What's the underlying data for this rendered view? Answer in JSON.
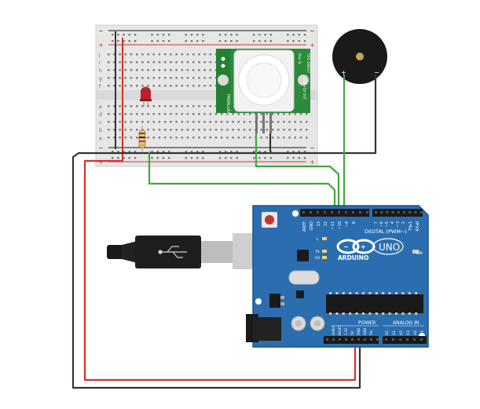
{
  "breadboard": {
    "row_letters_top": [
      "j",
      "i",
      "h",
      "g",
      "f"
    ],
    "row_letters_bottom": [
      "e",
      "d",
      "c",
      "b",
      "a"
    ],
    "rail_plus": "+",
    "rail_minus": "−"
  },
  "pir_sensor": {
    "brand": "PARALLAX",
    "part_number": "555-28027",
    "pin_labels": "GND +5V OUT",
    "rev": "Rev B"
  },
  "piezo": {
    "plus_label": "+",
    "minus_label": "−"
  },
  "arduino": {
    "brand_text": "ARDUINO",
    "model_text": "UNO",
    "digital_header_label": "DIGITAL (PWM~)",
    "power_label": "POWER",
    "analog_label": "ANALOG IN",
    "on_label": "ON",
    "led_labels": [
      "L",
      "TX",
      "RX"
    ],
    "top_pin_labels": [
      "AREF",
      "GND",
      "13",
      "12",
      "~11",
      "~10",
      "~9",
      "8",
      "7",
      "~6",
      "~5",
      "4",
      "~3",
      "2",
      "TX▸1",
      "RX◂0"
    ],
    "power_pin_labels": [
      "IOREF",
      "RESET",
      "3.3V",
      "5V",
      "GND",
      "GND",
      "Vin"
    ],
    "analog_pin_labels": [
      "A0",
      "A1",
      "A2",
      "A3",
      "A4",
      "A5"
    ],
    "chip_label": ""
  },
  "wire_colors": {
    "green": "#3fa83f",
    "red": "#d6302a",
    "black": "#333333"
  },
  "colors": {
    "board_blue": "#2a6eb0",
    "breadboard": "#e8e8e8",
    "pir_green": "#2c8a3c",
    "led_red": "#c0242a"
  }
}
